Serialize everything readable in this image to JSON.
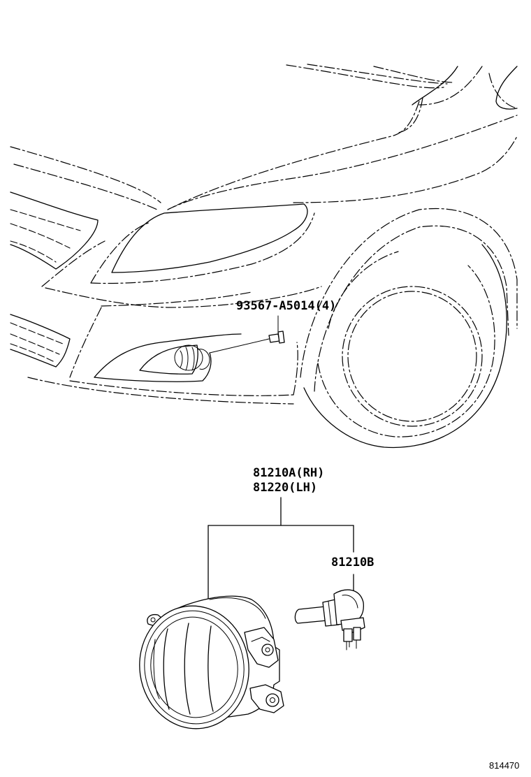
{
  "labels": {
    "bolt_part": "93567-A5014(4)",
    "fog_lamp_rh": "81210A(RH)",
    "fog_lamp_lh": "81220(LH)",
    "bulb_part": "81210B"
  },
  "figure_number": "814470"
}
